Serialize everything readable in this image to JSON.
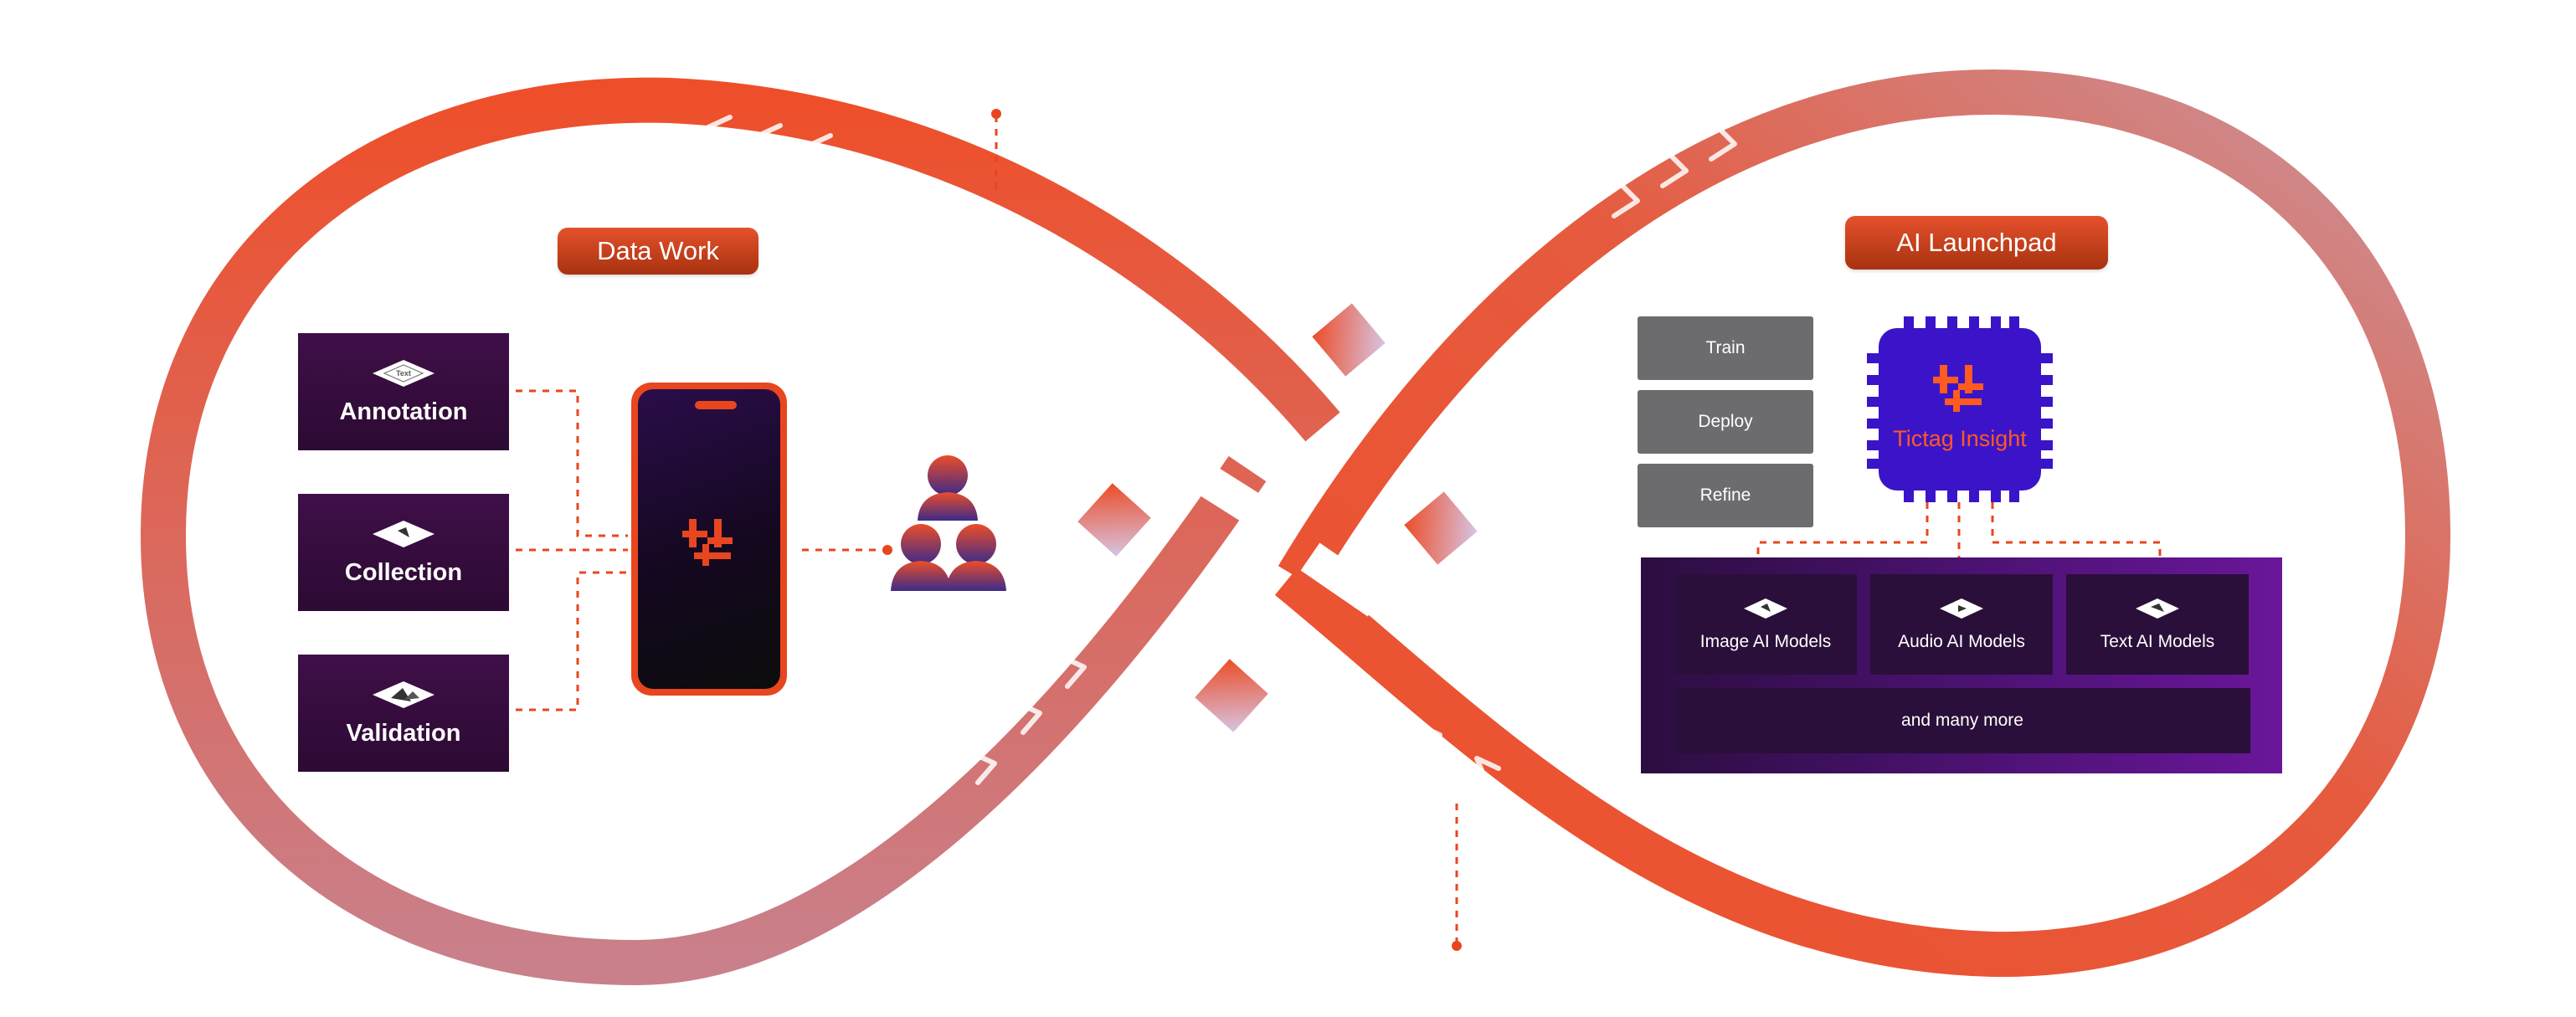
{
  "left_panel": {
    "title": "Data Work",
    "tasks": [
      {
        "label": "Annotation",
        "icon": "text-tag-icon"
      },
      {
        "label": "Collection",
        "icon": "image-collection-icon"
      },
      {
        "label": "Validation",
        "icon": "image-validation-icon"
      }
    ]
  },
  "right_panel": {
    "title": "AI Launchpad",
    "actions": [
      "Train",
      "Deploy",
      "Refine"
    ],
    "chip_label": "Tictag Insight",
    "models": [
      "Image AI Models",
      "Audio AI Models",
      "Text AI Models"
    ],
    "more_label": "and many more"
  },
  "iso_text_label": "Text",
  "colors": {
    "accent": "#e8461f",
    "accent_dark": "#a8320f",
    "loop_fade": "#c98a94",
    "panel_purple": "#3f0f48",
    "chip_blue": "#3b14c9",
    "action_gray": "#6c6c6f"
  }
}
